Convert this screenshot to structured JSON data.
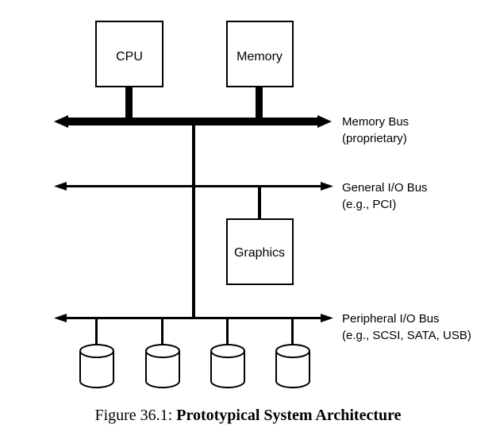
{
  "components": {
    "cpu": "CPU",
    "memory": "Memory",
    "graphics": "Graphics"
  },
  "buses": {
    "memory_bus": {
      "name": "Memory Bus",
      "note": "(proprietary)"
    },
    "general_io_bus": {
      "name": "General I/O Bus",
      "note": "(e.g., PCI)"
    },
    "peripheral_io_bus": {
      "name": "Peripheral I/O Bus",
      "note": "(e.g., SCSI, SATA, USB)"
    }
  },
  "disks": [
    "",
    "",
    "",
    ""
  ],
  "caption": {
    "prefix": "Figure 36.1: ",
    "title": "Prototypical System Architecture"
  }
}
